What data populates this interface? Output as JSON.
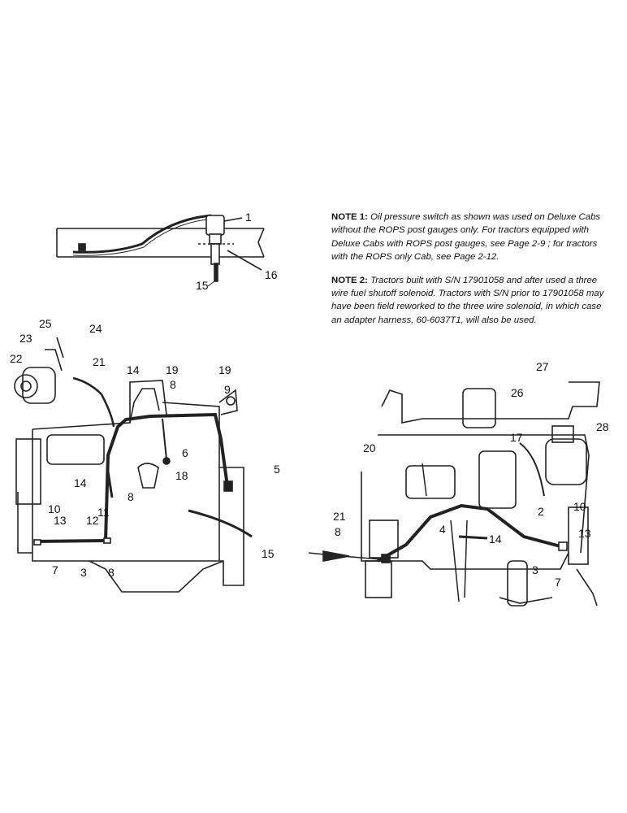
{
  "notes": [
    {
      "label": "NOTE 1:",
      "text": "Oil pressure switch as shown was used on Deluxe Cabs without the ROPS post gauges only. For tractors equipped with Deluxe Cabs with ROPS post gauges, see Page 2-9 ; for tractors with the ROPS only Cab, see Page 2-12."
    },
    {
      "label": "NOTE 2:",
      "text": "Tractors built with S/N 17901058 and after used a three wire fuel shutoff solenoid. Tractors with S/N prior to 17901058 may have been field reworked to the three wire solenoid, in which case an adapter harness, 60-6037T1, will also be used."
    }
  ],
  "callouts": {
    "detail": [
      "1",
      "16",
      "15"
    ],
    "left_engine": [
      "25",
      "24",
      "23",
      "22",
      "21",
      "14",
      "19",
      "8",
      "19",
      "9",
      "6",
      "18",
      "5",
      "14",
      "11",
      "8",
      "10",
      "13",
      "12",
      "7",
      "3",
      "8",
      "15"
    ],
    "right_engine": [
      "27",
      "26",
      "28",
      "17",
      "20",
      "2",
      "21",
      "8",
      "4",
      "14",
      "10",
      "13",
      "3",
      "7"
    ]
  }
}
